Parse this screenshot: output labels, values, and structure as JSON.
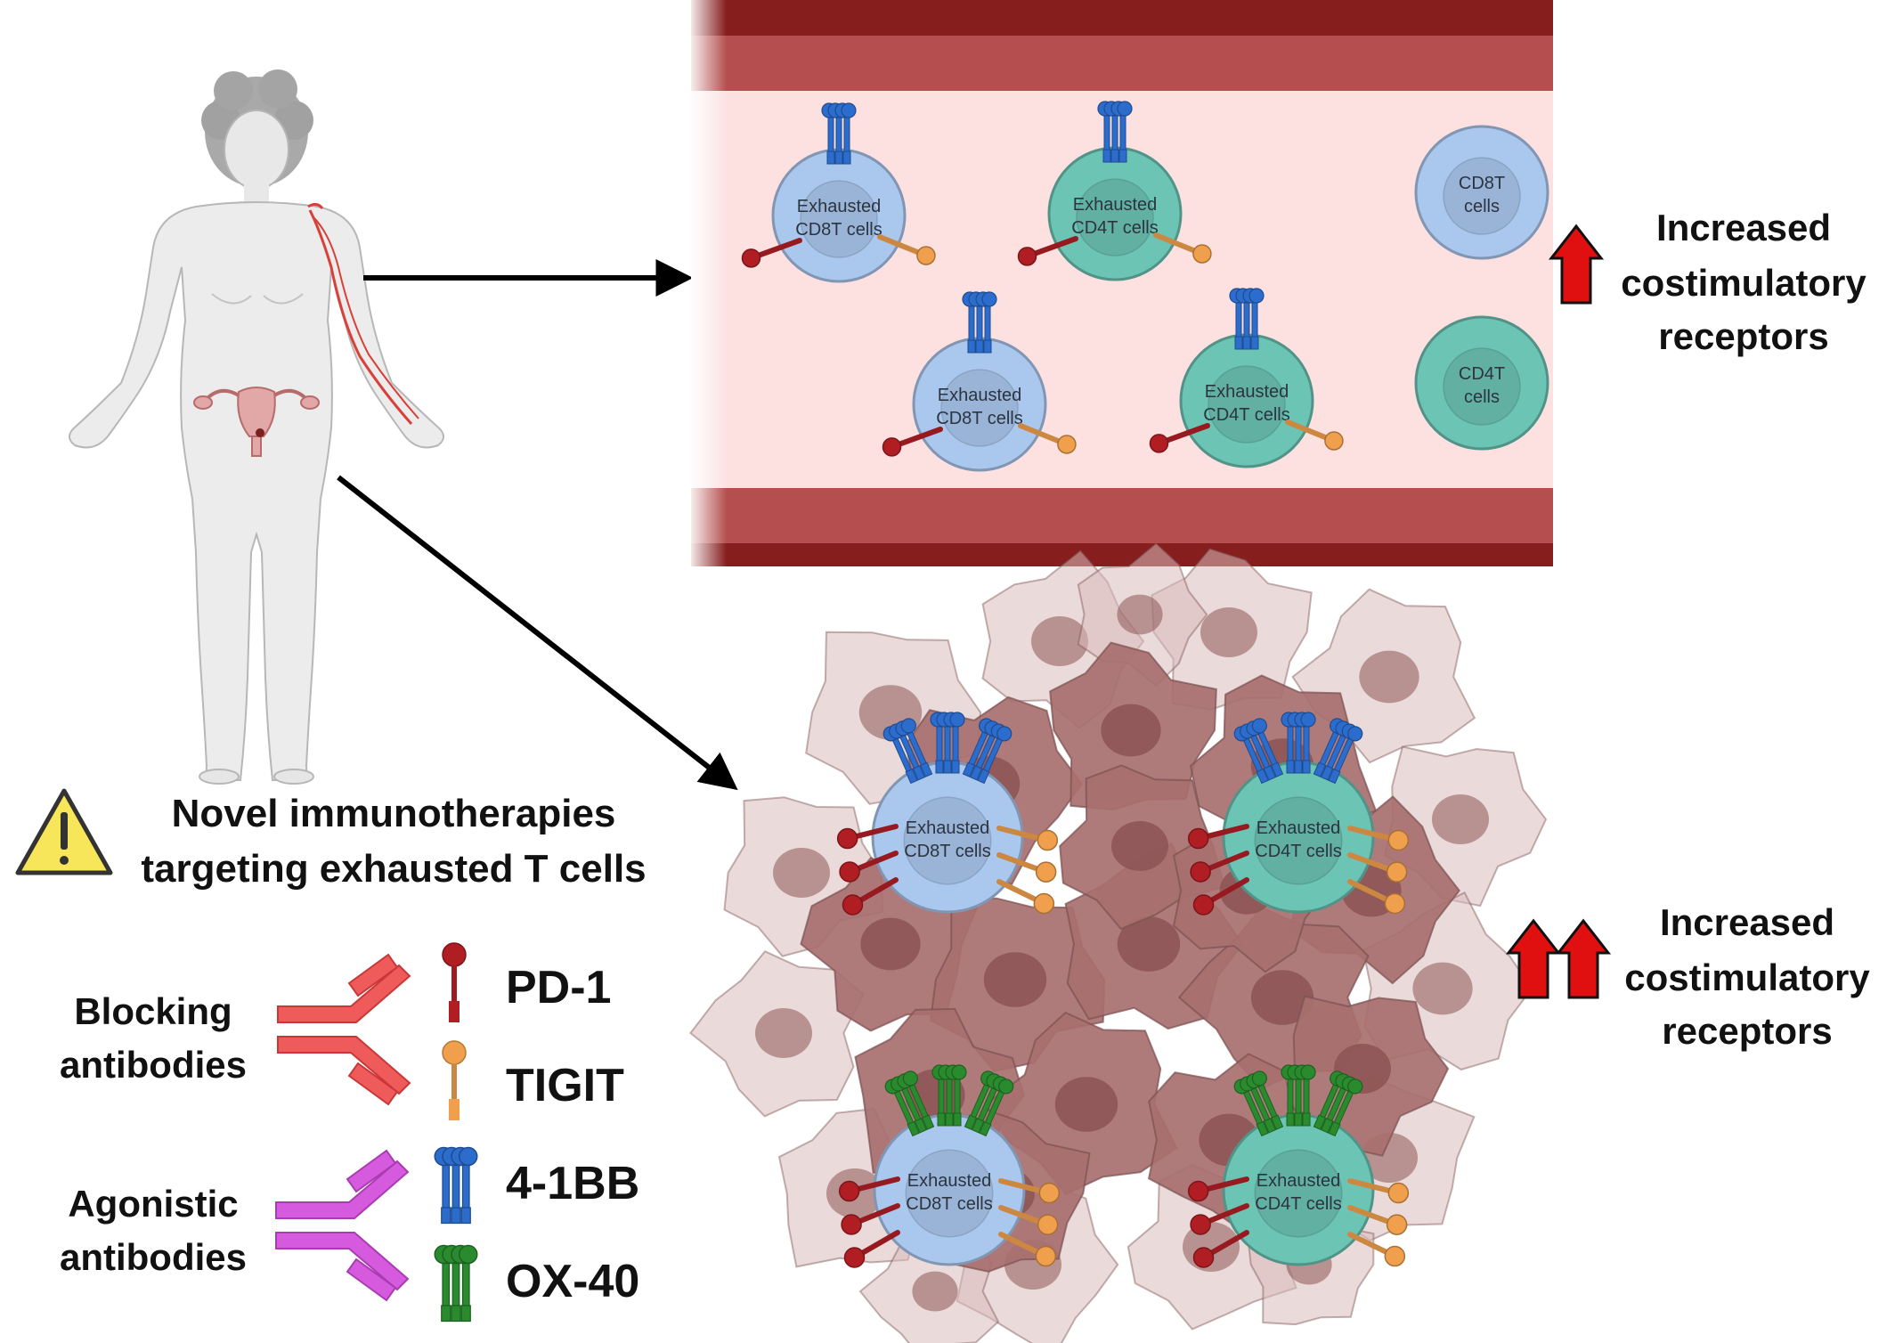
{
  "blood_vessel": {
    "cells": [
      {
        "line1": "Exhausted",
        "line2": "CD8T cells"
      },
      {
        "line1": "Exhausted",
        "line2": "CD4T cells"
      },
      {
        "line1": "Exhausted",
        "line2": "CD8T cells"
      },
      {
        "line1": "Exhausted",
        "line2": "CD4T cells"
      },
      {
        "line1": "CD8T",
        "line2": "cells"
      },
      {
        "line1": "CD4T",
        "line2": "cells"
      }
    ],
    "annotation": {
      "line1": "Increased",
      "line2": "costimulatory",
      "line3": "receptors"
    }
  },
  "tumor": {
    "cells": [
      {
        "line1": "Exhausted",
        "line2": "CD8T cells"
      },
      {
        "line1": "Exhausted",
        "line2": "CD4T cells"
      },
      {
        "line1": "Exhausted",
        "line2": "CD8T cells"
      },
      {
        "line1": "Exhausted",
        "line2": "CD4T cells"
      }
    ],
    "annotation": {
      "line1": "Increased",
      "line2": "costimulatory",
      "line3": "receptors"
    }
  },
  "warning": {
    "line1": "Novel immunotherapies",
    "line2": "targeting exhausted T cells"
  },
  "legend": {
    "blocking": {
      "line1": "Blocking",
      "line2": "antibodies"
    },
    "agonistic": {
      "line1": "Agonistic",
      "line2": "antibodies"
    },
    "receptors": [
      "PD-1",
      "TIGIT",
      "4-1BB",
      "OX-40"
    ]
  },
  "colors": {
    "cd8": "#aac8ee",
    "cd4": "#6cc4b4",
    "pd1": "#b01e24",
    "tigit": "#f0a04c",
    "bb41": "#2c6ccc",
    "ox40": "#2a8a2e",
    "blocking_ab": "#ef5a5a",
    "agonistic_ab": "#d65ade",
    "vessel_wall": "#b54f4f",
    "tumor": "#a86f6f"
  },
  "icons": [
    "woman-body-icon",
    "uterus-icon",
    "artery-icon",
    "warning-icon",
    "up-arrow-icon",
    "antibody-icon"
  ]
}
